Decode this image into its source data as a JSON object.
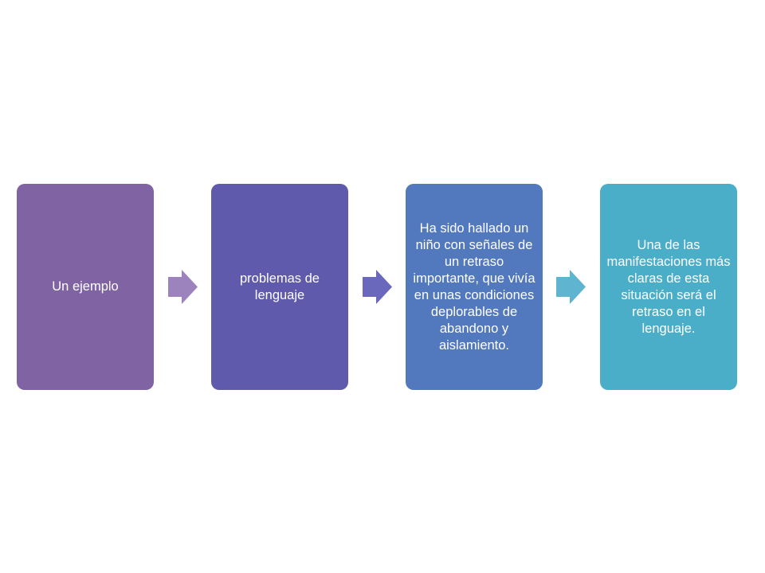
{
  "diagram": {
    "steps": [
      {
        "text": "Un ejemplo",
        "color": "#7f63a2"
      },
      {
        "text": "problemas de lenguaje",
        "color": "#5f5aab"
      },
      {
        "text": "Ha sido hallado un niño con señales de un retraso importante, que vivía en unas condiciones deplorables de abandono y aislamiento.",
        "color": "#5278bd"
      },
      {
        "text": "Una de las manifestaciones más claras de esta situación será el retraso en el lenguaje.",
        "color": "#4aaec9"
      }
    ],
    "arrows": [
      {
        "icon": "right-arrow-icon",
        "color": "#9c83bd"
      },
      {
        "icon": "right-arrow-icon",
        "color": "#6a68bd"
      },
      {
        "icon": "right-arrow-icon",
        "color": "#5fb4d0"
      }
    ]
  }
}
